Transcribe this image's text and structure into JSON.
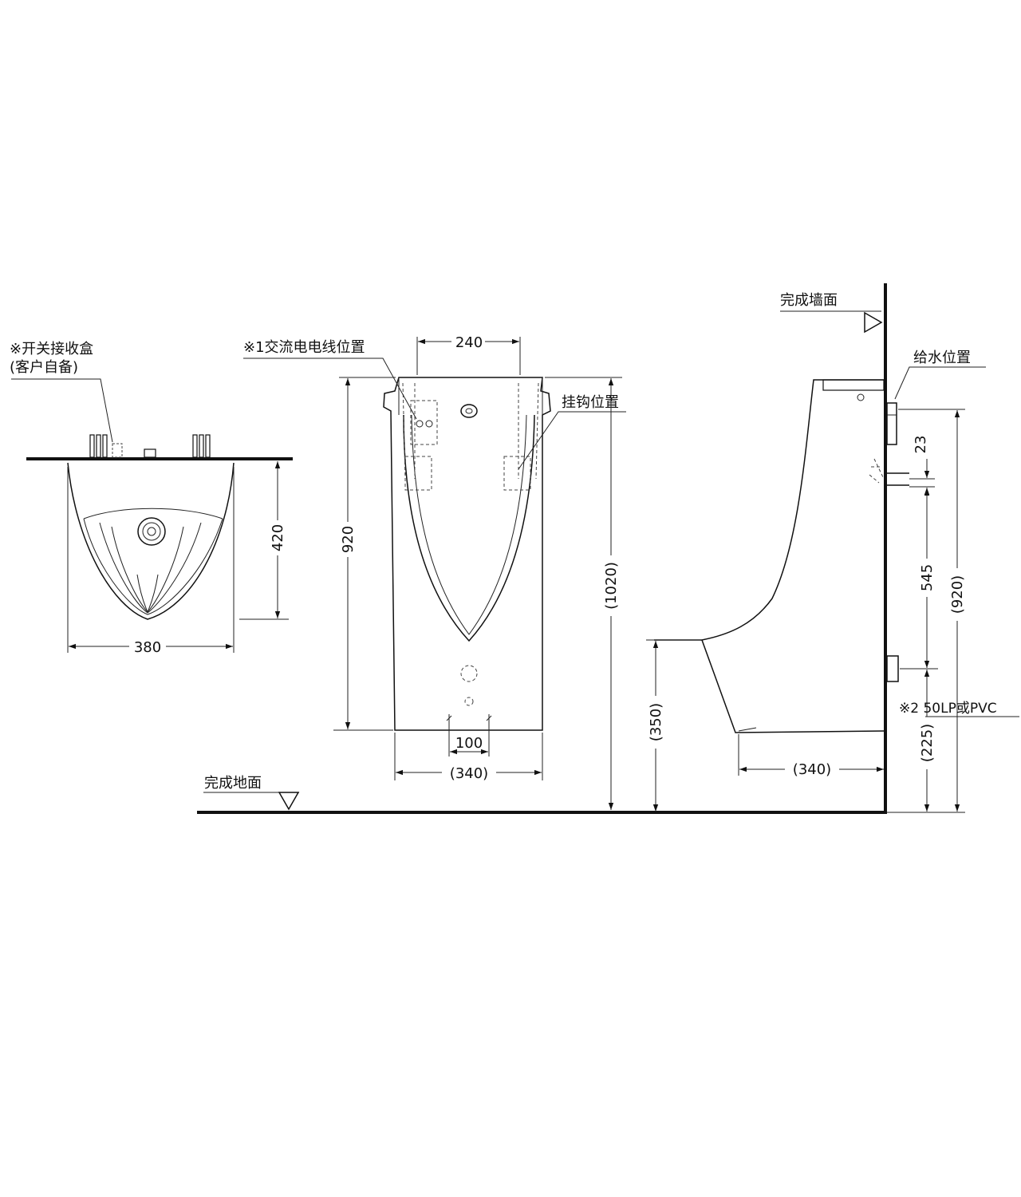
{
  "top_view": {
    "switch_box_label": "※开关接收盒",
    "switch_box_note": "(客户自备)",
    "dim_width": "380",
    "dim_depth": "420"
  },
  "front_view": {
    "ac_cable_label": "※1交流电电线位置",
    "hook_label": "挂钩位置",
    "dim_top": "240",
    "dim_height": "920",
    "dim_total": "(1020)",
    "dim_outlet": "100",
    "dim_base": "(340)"
  },
  "side_view": {
    "wall_label": "完成墙面",
    "water_supply_label": "给水位置",
    "dim_23": "23",
    "dim_545": "545",
    "dim_920": "(920)",
    "dim_350": "(350)",
    "dim_225": "(225)",
    "dim_depth": "(340)",
    "pipe_note": "※2  50LP或PVC"
  },
  "floor_label": "完成地面"
}
